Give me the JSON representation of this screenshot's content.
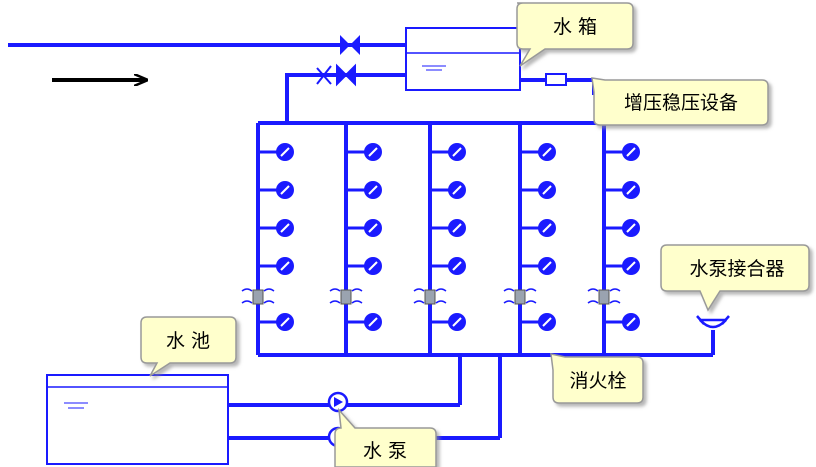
{
  "labels": {
    "water_tank": "水 箱",
    "pressure_device": "增压稳压设备",
    "pump_connector": "水泵接合器",
    "pool": "水 池",
    "hydrant": "消火栓",
    "pump": "水 泵"
  },
  "colors": {
    "pipe": "#1a1aff",
    "callout_fill": "#ffffcc",
    "callout_stroke": "#999999",
    "arrow": "#000000"
  }
}
